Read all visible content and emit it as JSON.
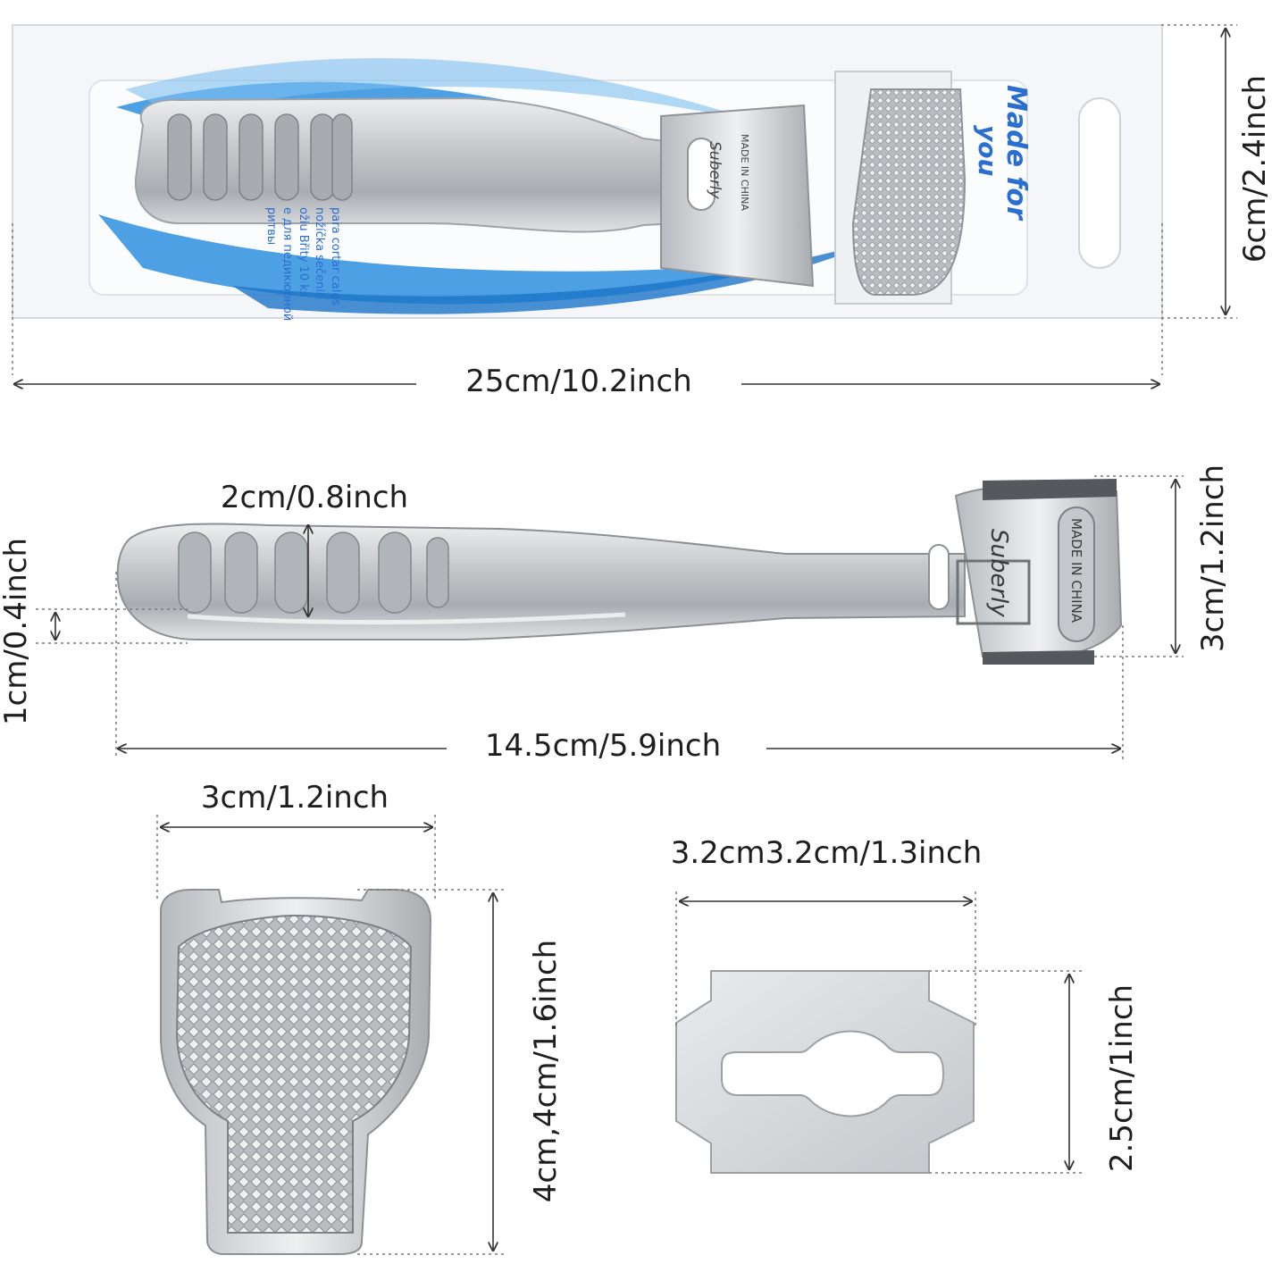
{
  "package": {
    "brand_line": "Made for",
    "brand_line2": "you",
    "tool_brand": "Suberly",
    "tool_origin": "MADE IN CHINA",
    "multilingual_lines": [
      "para cortar calos",
      "nožíčka sečenie",
      "ožiu Břity 10 ks",
      "e для педикюрной",
      "ритвы"
    ]
  },
  "dimensions": {
    "package_height": "6cm/2.4inch",
    "package_width": "25cm/10.2inch",
    "handle_width": "2cm/0.8inch",
    "head_height": "3cm/1.2inch",
    "grip_depth": "1cm/0.4inch",
    "tool_length": "14.5cm/5.9inch",
    "rasp_width": "3cm/1.2inch",
    "rasp_height": "4cm,4cm/1.6inch",
    "blade_width": "3.2cm3.2cm/1.3inch",
    "blade_height": "2.5cm/1inch"
  },
  "colors": {
    "accent_blue": "#2f8fe0",
    "steel": "#c9cbce",
    "steel_dark": "#8e9196",
    "guide_line": "#7a7a7a"
  }
}
